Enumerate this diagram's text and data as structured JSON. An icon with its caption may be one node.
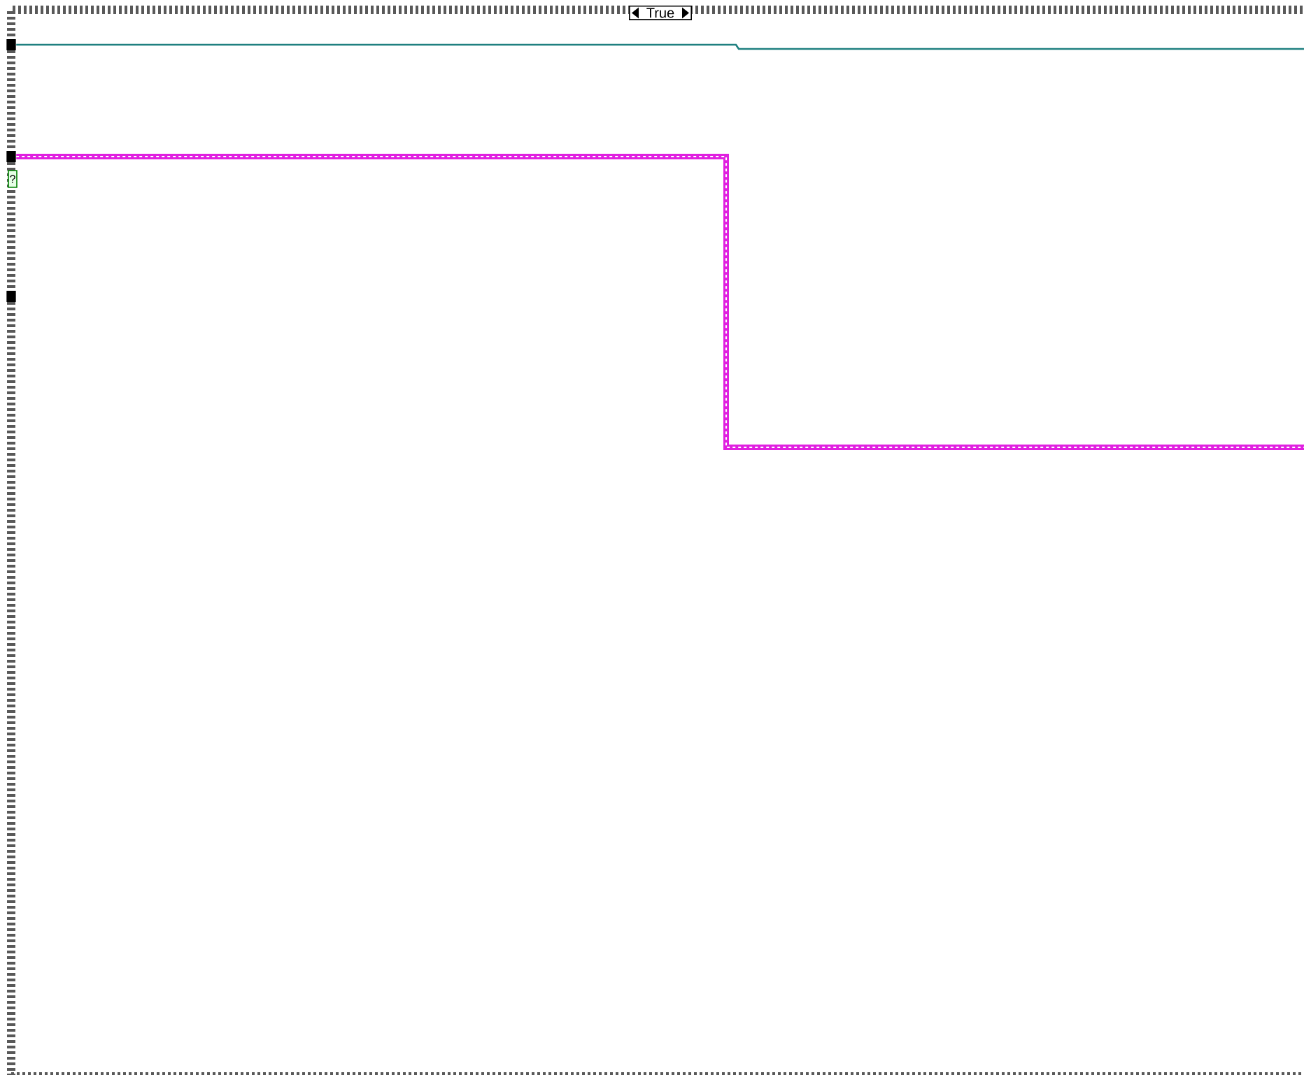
{
  "diagram": {
    "nodes": [
      {
        "text": [
          "True"
        ]
      },
      {
        "text": [],
        "shape": "box",
        "in": 0
      },
      {
        "text": [],
        "shape": "box",
        "in": 0
      },
      {
        "text": [
          "?"
        ],
        "in": 0
      },
      {
        "text": [],
        "shape": "box",
        "in": 0
      }
    ],
    "edges": [
      {
        "from": 1,
        "to": null,
        "arrow": "none",
        "color": "#1f8080"
      },
      {
        "from": 2,
        "to": null,
        "arrow": "none",
        "style": "thick",
        "color": "#e020e0"
      }
    ]
  }
}
